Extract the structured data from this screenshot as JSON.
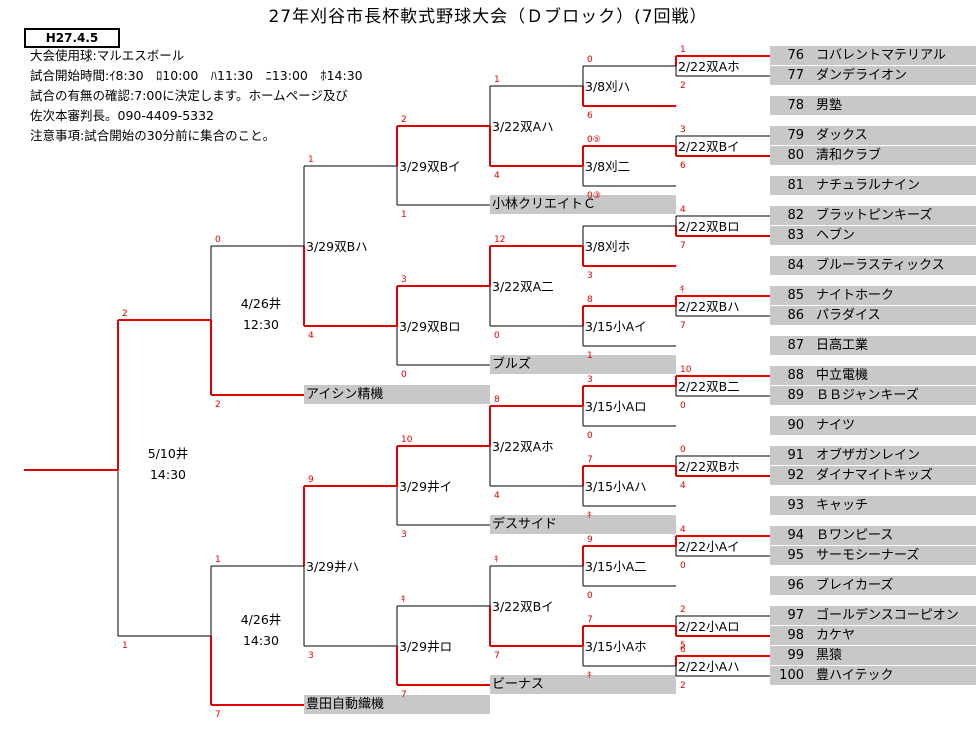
{
  "title": "27年刈谷市長杯軟式野球大会（Ｄブロック）(7回戦）",
  "date": "H27.4.5",
  "info": [
    "大会使用球:マルエスボール",
    "試合開始時間:ｲ8:30　ﾛ10:00　ﾊ11:30　ﾆ13:00　ﾎ14:30",
    "試合の有無の確認:7:00に決定します。ホームページ及び",
    "佐次本審判長。090-4409-5332",
    "注意事項:試合開始の30分前に集合のこと。"
  ],
  "teams": [
    {
      "no": "76",
      "name": "コバレントマテリアル"
    },
    {
      "no": "77",
      "name": "ダンデライオン"
    },
    {
      "no": "78",
      "name": "男塾"
    },
    {
      "no": "79",
      "name": "ダックス"
    },
    {
      "no": "80",
      "name": "清和クラブ"
    },
    {
      "no": "81",
      "name": "ナチュラルナイン"
    },
    {
      "no": "82",
      "name": "ブラットピンキーズ"
    },
    {
      "no": "83",
      "name": "ヘブン"
    },
    {
      "no": "84",
      "name": "ブルーラスティックス"
    },
    {
      "no": "85",
      "name": "ナイトホーク"
    },
    {
      "no": "86",
      "name": "パラダイス"
    },
    {
      "no": "87",
      "name": "日高工業"
    },
    {
      "no": "88",
      "name": "中立電機"
    },
    {
      "no": "89",
      "name": "ＢＢジャンキーズ"
    },
    {
      "no": "90",
      "name": "ナイツ"
    },
    {
      "no": "91",
      "name": "オブザガンレイン"
    },
    {
      "no": "92",
      "name": "ダイナマイトキッズ"
    },
    {
      "no": "93",
      "name": "キャッチ"
    },
    {
      "no": "94",
      "name": "Ｂワンピース"
    },
    {
      "no": "95",
      "name": "サーモシーナーズ"
    },
    {
      "no": "96",
      "name": "ブレイカーズ"
    },
    {
      "no": "97",
      "name": "ゴールデンスコーピオン"
    },
    {
      "no": "98",
      "name": "カケヤ"
    },
    {
      "no": "99",
      "name": "黒猿"
    },
    {
      "no": "100",
      "name": "豊ハイテック"
    }
  ],
  "seeds": [
    {
      "name": "小林クリエイトＣ"
    },
    {
      "name": "ブルズ"
    },
    {
      "name": "デスサイド"
    },
    {
      "name": "ビーナス"
    },
    {
      "name": "アイシン精機"
    },
    {
      "name": "豊田自動織機"
    }
  ],
  "matches": [
    {
      "label": "2/22双Aホ",
      "s1": "1",
      "s2": "2"
    },
    {
      "label": "2/22双Bイ",
      "s1": "3",
      "s2": "6"
    },
    {
      "label": "2/22双Bロ",
      "s1": "4",
      "s2": "7"
    },
    {
      "label": "2/22双Bハ",
      "s1": "ｷ",
      "s2": "7"
    },
    {
      "label": "2/22双B二",
      "s1": "10",
      "s2": "0"
    },
    {
      "label": "2/22双Bホ",
      "s1": "0",
      "s2": "4"
    },
    {
      "label": "2/22小Aイ",
      "s1": "4",
      "s2": "0"
    },
    {
      "label": "2/22小Aロ",
      "s1": "2",
      "s2": "5"
    },
    {
      "label": "2/22小Aハ",
      "s1": "6",
      "s2": "2"
    },
    {
      "label": "3/8刈ハ",
      "s1": "0",
      "s2": "6"
    },
    {
      "label": "3/8刈二",
      "s1": "0⑤",
      "s2": "0③"
    },
    {
      "label": "3/8刈ホ",
      "s1": "",
      "s2": "3"
    },
    {
      "label": "3/15小Aイ",
      "s1": "8",
      "s2": "1"
    },
    {
      "label": "3/15小Aロ",
      "s1": "3",
      "s2": "0"
    },
    {
      "label": "3/15小Aハ",
      "s1": "7",
      "s2": "ｷ"
    },
    {
      "label": "3/15小A二",
      "s1": "9",
      "s2": "0"
    },
    {
      "label": "3/15小Aホ",
      "s1": "7",
      "s2": "ｷ"
    },
    {
      "label": "3/22双Aハ",
      "s1": "1",
      "s2": "4"
    },
    {
      "label": "3/22双A二",
      "s1": "12",
      "s2": "0"
    },
    {
      "label": "3/22双Aホ",
      "s1": "8",
      "s2": "4"
    },
    {
      "label": "3/22双Bイ",
      "s1": "ｷ",
      "s2": "7"
    },
    {
      "label": "3/29双Bイ",
      "s1": "2",
      "s2": "1"
    },
    {
      "label": "3/29双Bロ",
      "s1": "3",
      "s2": "0"
    },
    {
      "label": "3/29井イ",
      "s1": "10",
      "s2": "3"
    },
    {
      "label": "3/29井ロ",
      "s1": "ｷ",
      "s2": "7"
    },
    {
      "label": "3/29双Bハ",
      "s1": "1",
      "s2": "4"
    },
    {
      "label": "3/29井ハ",
      "s1": "9",
      "s2": "3"
    },
    {
      "label": "4/26井",
      "time": "12:30",
      "s1": "0",
      "s2": "2"
    },
    {
      "label": "4/26井",
      "time": "14:30",
      "s1": "1",
      "s2": "7"
    },
    {
      "label": "5/10井",
      "time": "14:30",
      "s1": "2",
      "s2": "1"
    }
  ],
  "colors": {
    "win": "#e00000",
    "line": "#000000",
    "box": "#c8c8c8"
  }
}
